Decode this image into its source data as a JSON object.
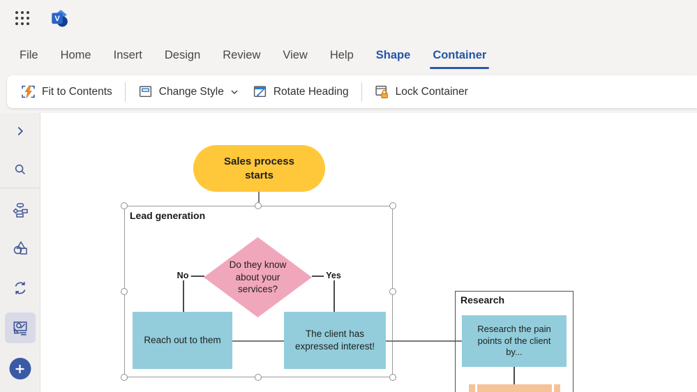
{
  "app": {
    "name": "Visio",
    "launcher": "App launcher"
  },
  "tabs": [
    {
      "label": "File"
    },
    {
      "label": "Home"
    },
    {
      "label": "Insert"
    },
    {
      "label": "Design"
    },
    {
      "label": "Review"
    },
    {
      "label": "View"
    },
    {
      "label": "Help"
    },
    {
      "label": "Shape"
    },
    {
      "label": "Container"
    }
  ],
  "active_tab": "Container",
  "toolbar": {
    "fit_to_contents": "Fit to Contents",
    "change_style": "Change Style",
    "rotate_heading": "Rotate Heading",
    "lock_container": "Lock Container"
  },
  "sidebar": {
    "items": [
      "expand",
      "search",
      "data-visualizer",
      "shapes",
      "sync",
      "drawing-tools",
      "new"
    ]
  },
  "canvas": {
    "start_shape": "Sales process starts",
    "lead_container_title": "Lead generation",
    "decision_text": "Do they know about your services?",
    "no_label": "No",
    "yes_label": "Yes",
    "reach_box": "Reach out to them",
    "interest_box": "The client has expressed interest!",
    "research_container_title": "Research",
    "research_box": "Research the pain points of the client by..."
  },
  "colors": {
    "accent_blue": "#2456A4",
    "start_fill": "#FFC83A",
    "decision_fill": "#F1A7BB",
    "process_fill": "#93CDDB",
    "subprocess_fill": "#F5C398",
    "selection_gray": "#9B9B9B"
  }
}
